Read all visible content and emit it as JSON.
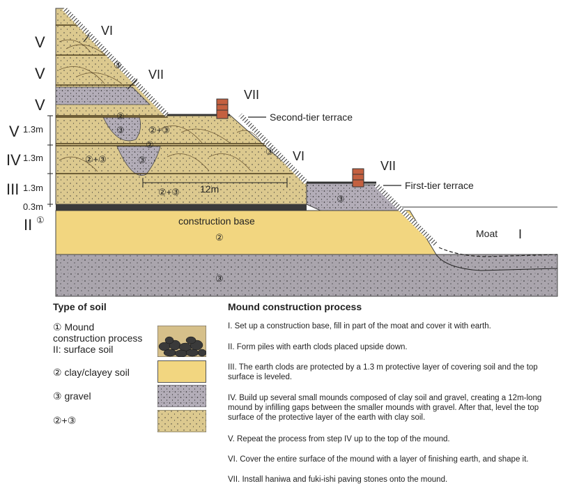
{
  "diagram": {
    "roman_left": [
      "V",
      "V",
      "V",
      "V",
      "IV",
      "III",
      "II"
    ],
    "heights": [
      "1.3m",
      "1.3m",
      "1.3m",
      "0.3m"
    ],
    "mound_labels": {
      "vi_top": "VI",
      "vii_top": "VII",
      "vii_second": "VII",
      "vi_slope": "VI",
      "vii_first": "VII",
      "second_terrace": "Second-tier terrace",
      "first_terrace": "First-tier terrace",
      "width_label": "12m",
      "construction_base": "construction base",
      "moat": "Moat",
      "moat_roman": "I"
    },
    "circled": {
      "one": "①",
      "two": "②",
      "three": "③",
      "two_plus_three": "②+③"
    },
    "colors": {
      "clay": "#f2d680",
      "gravel": "#b3adb8",
      "mix": "#dcc98f",
      "outline": "#333333",
      "haniwa": "#c46040"
    }
  },
  "legend": {
    "title": "Type of soil",
    "items": [
      {
        "label": "① Mound\nconstruction process\nII: surface soil",
        "swatch": "stones"
      },
      {
        "label": "② clay/clayey soil",
        "swatch": "clay"
      },
      {
        "label": "③ gravel",
        "swatch": "gravel"
      },
      {
        "label": "②+③",
        "swatch": "mix"
      }
    ]
  },
  "process": {
    "title": "Mound construction process",
    "steps": [
      "I. Set up a construction base, fill in part of the moat and cover it with earth.",
      "II. Form piles with earth clods placed upside down.",
      "III. The earth clods are protected by a 1.3 m protective layer of covering soil and the top surface is leveled.",
      "IV. Build up several small mounds composed of clay soil and gravel, creating a 12m-long mound by infilling gaps between the smaller mounds with gravel. After that, level the top surface of the protective layer of the earth with clay soil.",
      "V. Repeat the process from step IV up to the top of the mound.",
      "VI. Cover the entire surface of the mound with a layer of finishing earth, and shape it.",
      "VII. Install haniwa and fuki-ishi paving stones onto the mound."
    ]
  }
}
